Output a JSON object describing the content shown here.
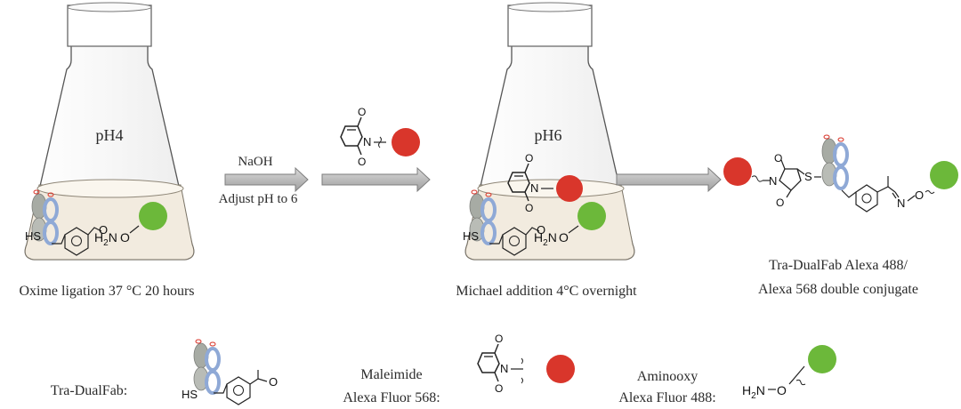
{
  "steps": {
    "flask1": {
      "ph_label": "pH4",
      "caption": "Oxime ligation 37 °C 20 hours"
    },
    "arrow1": {
      "label_top": "NaOH",
      "label_bottom": "Adjust pH to 6"
    },
    "flask2": {
      "ph_label": "pH6",
      "caption": "Michael addition 4°C overnight"
    },
    "product": {
      "caption_line1": "Tra-DualFab  Alexa 488/",
      "caption_line2": "Alexa 568  double conjugate"
    }
  },
  "chem_labels": {
    "hs": "HS",
    "h2n_h": "H",
    "h2n_sub": "2",
    "h2n_n": "N",
    "o": "O",
    "n": "N",
    "s": "S"
  },
  "legend": {
    "tradualfab": "Tra-DualFab:",
    "maleimide_line1": "Maleimide",
    "maleimide_line2": "Alexa Fluor 568:",
    "aminooxy_line1": "Aminooxy",
    "aminooxy_line2": "Alexa Fluor 488:"
  },
  "colors": {
    "alexa568_dot": "#d9362b",
    "alexa488_dot": "#6cb83a",
    "fab_light_chain": "#8fa9d6",
    "fab_heavy_chain": "#a7aba4",
    "flask_liquid": "#f2ebdf",
    "arrow_fill": "#b5b5b5"
  }
}
